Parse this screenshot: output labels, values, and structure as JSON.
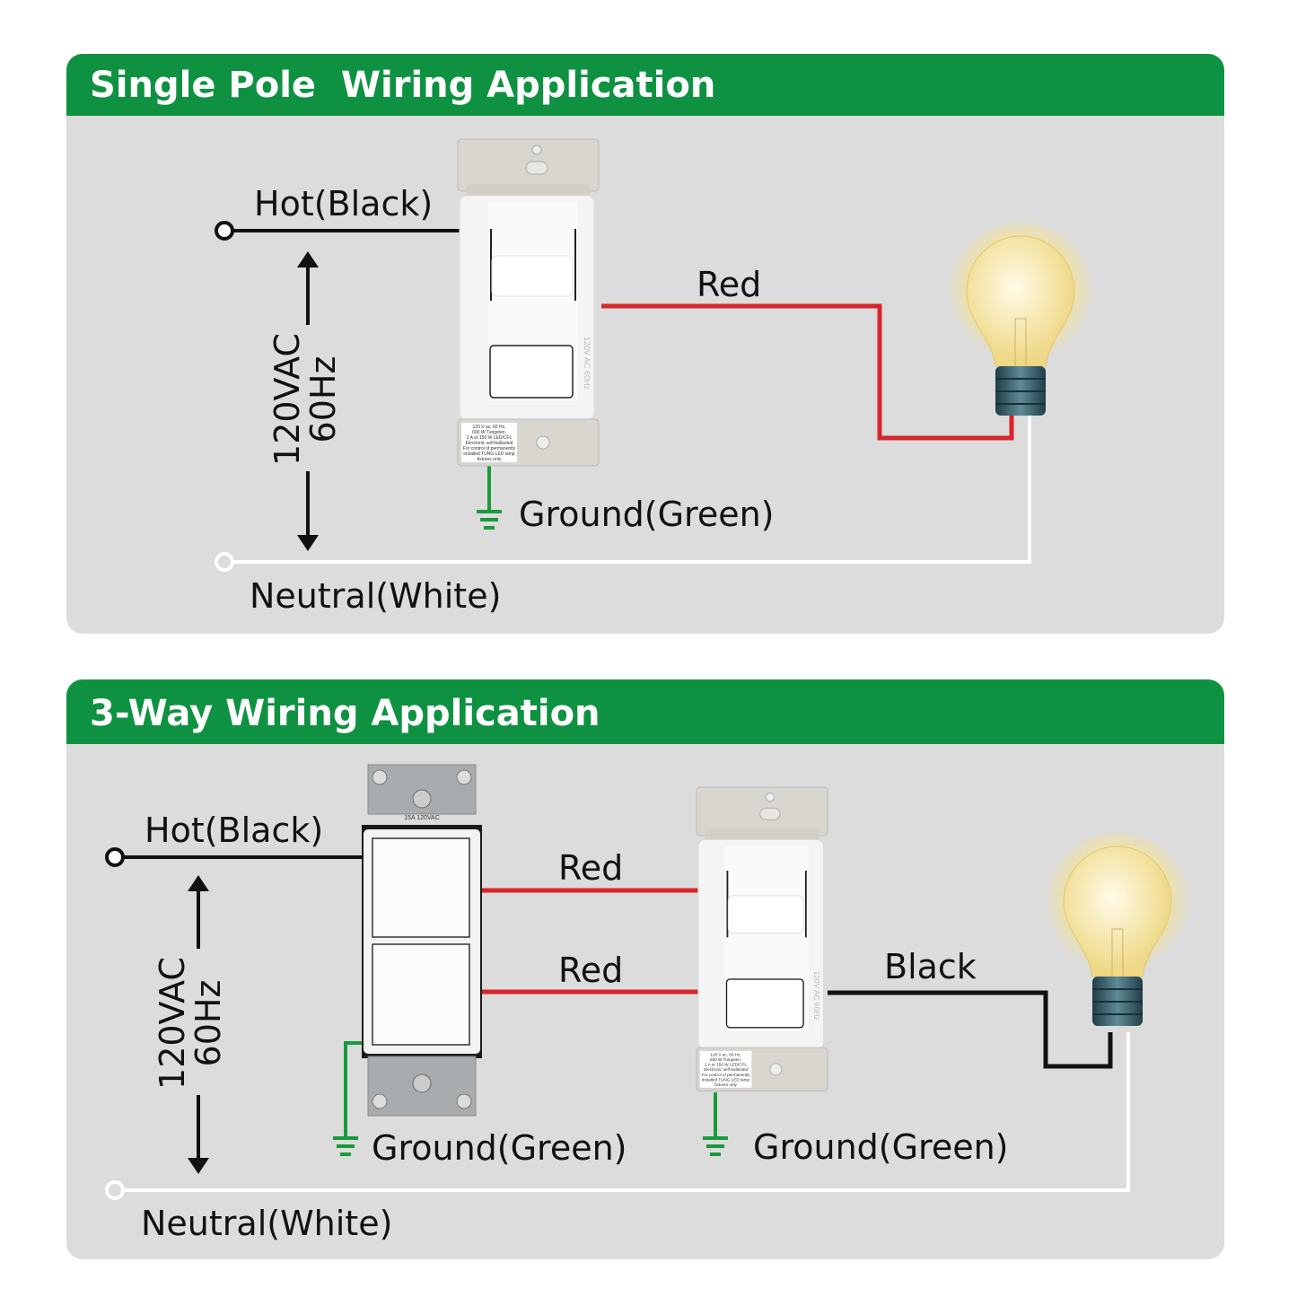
{
  "colors": {
    "header": "#0f9142",
    "panel": "#dcdcdc",
    "hot": "#111111",
    "red": "#d6242a",
    "neutral": "#ffffff",
    "ground": "#1a9a3a"
  },
  "single_pole": {
    "title": "Single Pole  Wiring Application",
    "hot_label": "Hot(Black)",
    "voltage": "120VAC",
    "frequency": "60Hz",
    "red_label": "Red",
    "ground_label": "Ground(Green)",
    "neutral_label": "Neutral(White)"
  },
  "three_way": {
    "title": "3-Way Wiring Application",
    "hot_label": "Hot(Black)",
    "voltage": "120VAC",
    "frequency": "60Hz",
    "red_label_1": "Red",
    "red_label_2": "Red",
    "black_label": "Black",
    "ground_label_1": "Ground(Green)",
    "ground_label_2": "Ground(Green)",
    "neutral_label": "Neutral(White)"
  },
  "dimmer": {
    "side_text": "120V AC 60Hz",
    "rating_lines": [
      "120 V ac, 60 Hz,",
      "600 W Tungsten,",
      "2 A or 150 W LED/CFL",
      "Electronic self-ballasted",
      "For control of permanently",
      "installed TUNG LED lamp",
      "fixtures only"
    ]
  },
  "switch": {
    "rating": "15A 120VAC"
  },
  "icons": [
    "ground-icon",
    "light-bulb-icon",
    "dimmer-switch",
    "double-rocker-switch",
    "terminal-circle",
    "double-arrow"
  ]
}
